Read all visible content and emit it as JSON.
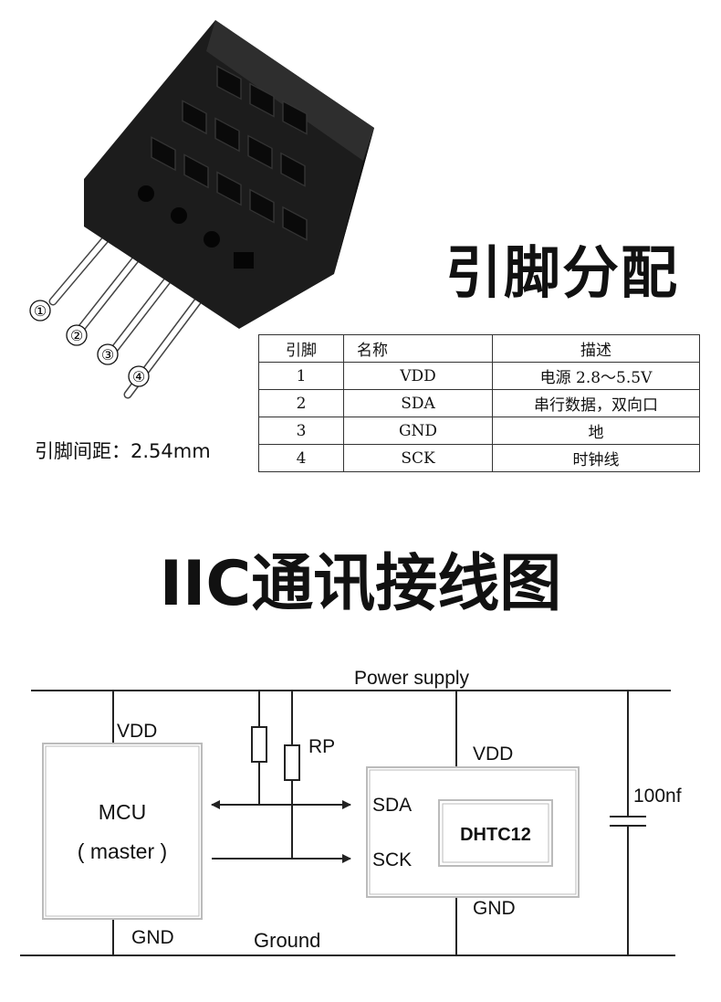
{
  "pin_title": "引脚分配",
  "pin_labels": [
    "①",
    "②",
    "③",
    "④"
  ],
  "pin_pitch": "引脚间距：2.54mm",
  "table": {
    "headers": [
      "引脚",
      "名称",
      "描述"
    ],
    "rows": [
      [
        "1",
        "VDD",
        "电源 2.8～5.5V"
      ],
      [
        "2",
        "SDA",
        "串行数据，双向口"
      ],
      [
        "3",
        "GND",
        "地"
      ],
      [
        "4",
        "SCK",
        "时钟线"
      ]
    ]
  },
  "iic_title": "IIC通讯接线图",
  "circuit": {
    "power_supply": "Power supply",
    "ground": "Ground",
    "mcu_vdd": "VDD",
    "mcu_name": "MCU",
    "mcu_role": "( master )",
    "mcu_gnd": "GND",
    "rp": "RP",
    "sensor_vdd": "VDD",
    "sda": "SDA",
    "scl": "SCK",
    "chip": "DHTC12",
    "sensor_gnd": "GND",
    "cap": "100nf"
  },
  "colors": {
    "body": "#1c1c1c",
    "line": "#222222",
    "box": "#bbbbbb"
  }
}
